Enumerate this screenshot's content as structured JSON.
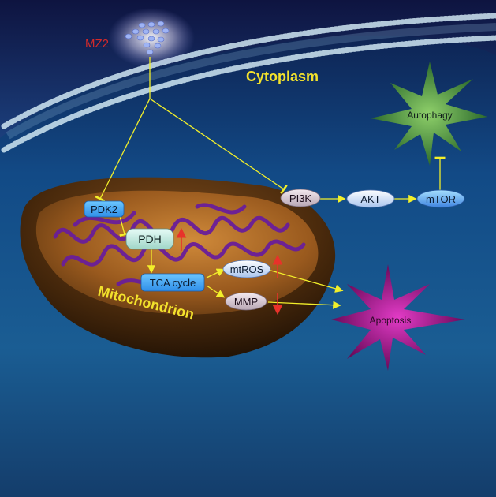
{
  "labels": {
    "drug": "MZ2",
    "cytoplasm": "Cytoplasm",
    "mitochondrion": "Mitochondrion",
    "autophagy": "Autophagy",
    "apoptosis": "Apoptosis"
  },
  "nodes": {
    "pdk2": "PDK2",
    "pdh": "PDH",
    "tca": "TCA cycle",
    "mtros": "mtROS",
    "mmp": "MMP",
    "pi3k": "PI3K",
    "akt": "AKT",
    "mtor": "mTOR"
  },
  "colors": {
    "background_top": "#0d1f4a",
    "background_bottom": "#1a5f94",
    "pathway_line": "#f2ef2a",
    "up_arrow": "#e8322a",
    "autophagy_star": "#4e9a3a",
    "apoptosis_star": "#b0189c",
    "mz2_text": "#d42a2a",
    "mito_title": "#f3e22c"
  }
}
